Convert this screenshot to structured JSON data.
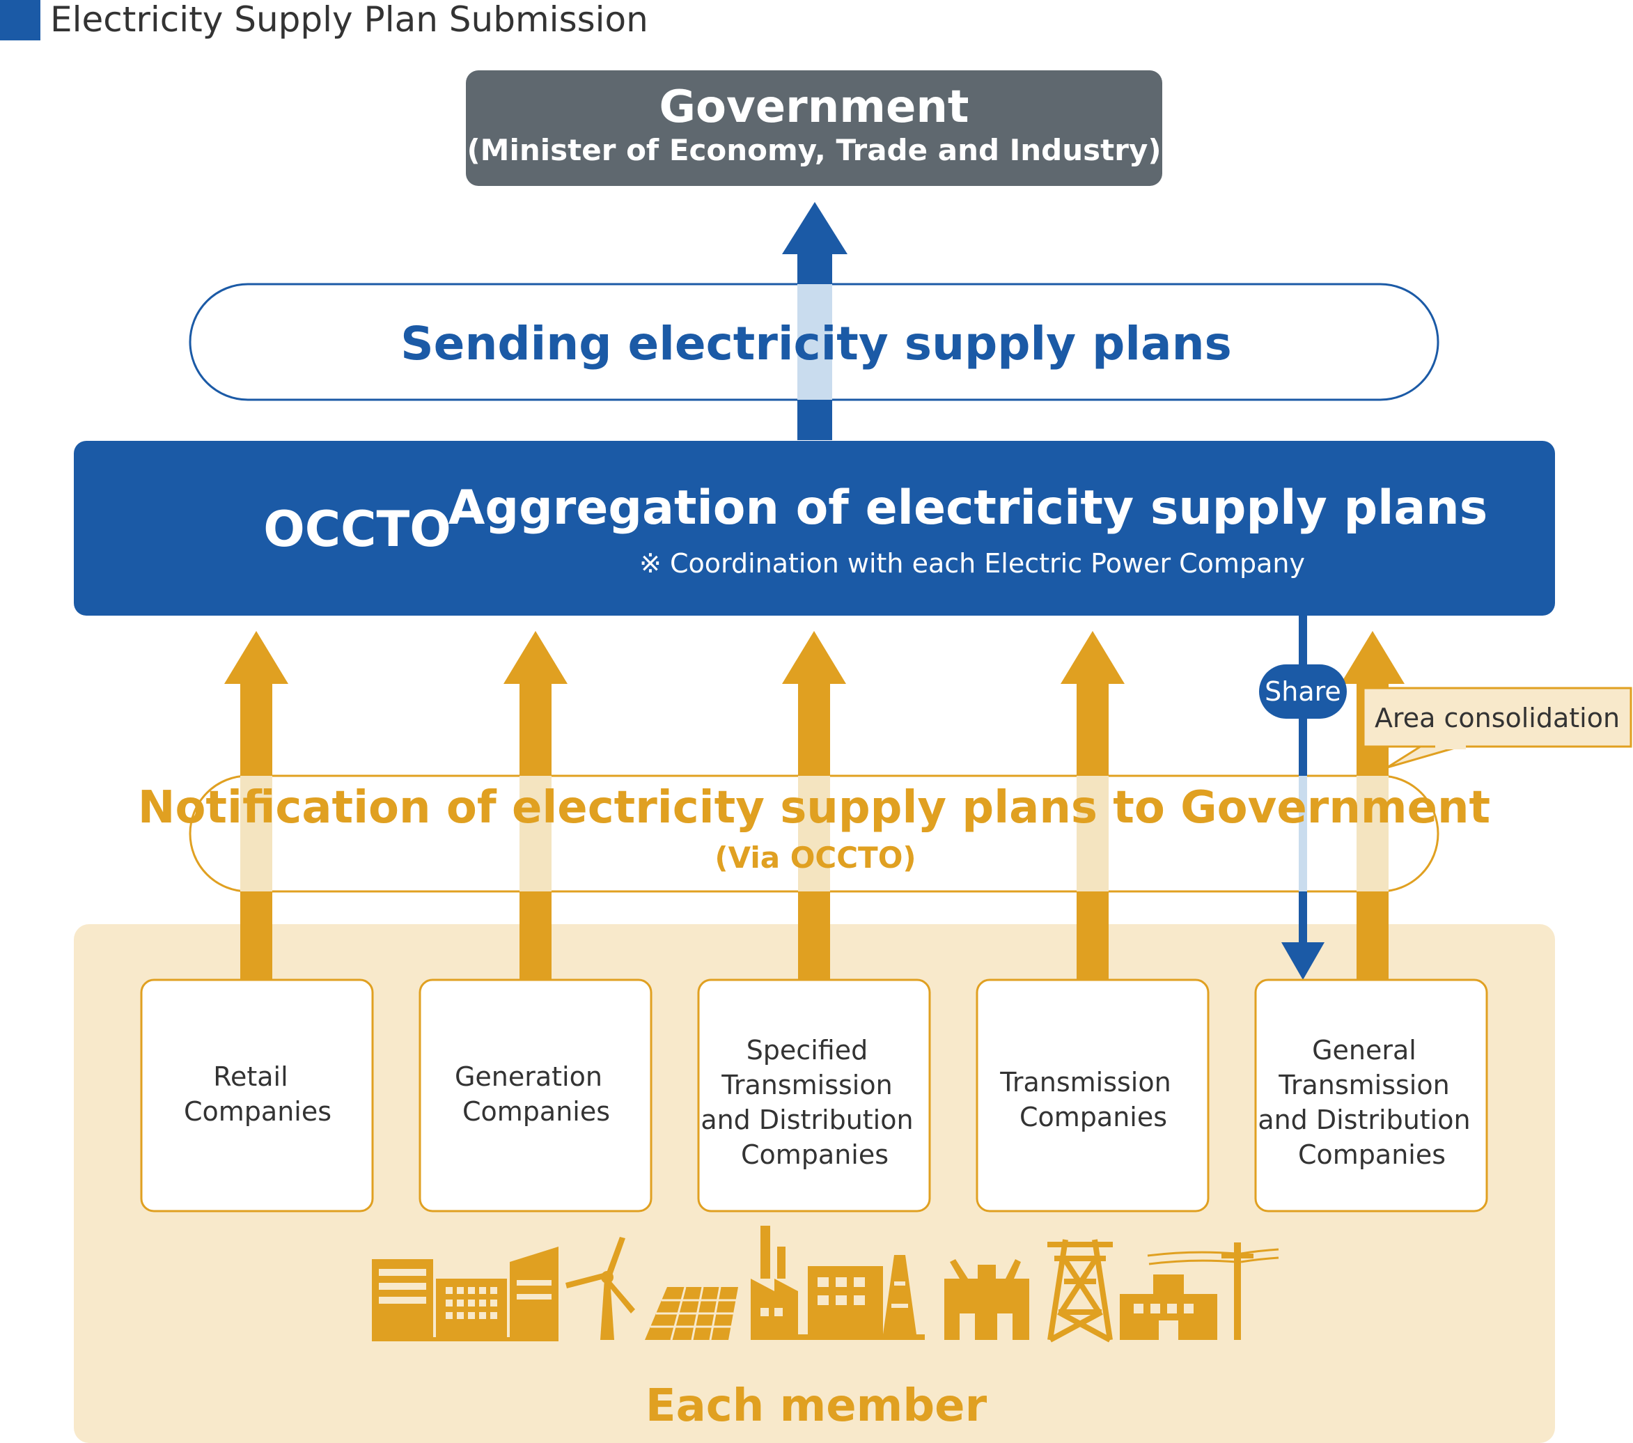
{
  "title": "Electricity Supply Plan Submission",
  "government": {
    "title": "Government",
    "subtitle": "(Minister of Economy, Trade and Industry)"
  },
  "sending_label": "Sending electricity supply plans",
  "occto": {
    "name": "OCCTO",
    "title": "Aggregation of electricity supply plans",
    "note": "※ Coordination with each Electric Power Company"
  },
  "share_label": "Share",
  "area_consolidation_label": "Area consolidation",
  "notification": {
    "title": "Notification of electricity supply plans to Government",
    "subtitle": "(Via OCCTO)"
  },
  "companies": [
    {
      "lines": [
        "Retail",
        "Companies"
      ]
    },
    {
      "lines": [
        "Generation",
        "Companies"
      ]
    },
    {
      "lines": [
        "Specified",
        "Transmission",
        "and Distribution",
        "Companies"
      ]
    },
    {
      "lines": [
        "Transmission",
        "Companies"
      ]
    },
    {
      "lines": [
        "General",
        "Transmission",
        "and Distribution",
        "Companies"
      ]
    }
  ],
  "members_label": "Each member",
  "icons": [
    "office-buildings-icon",
    "wind-turbine-icon",
    "solar-panel-icon",
    "factory-icon",
    "power-plant-icon",
    "transmission-tower-icon",
    "substation-building-icon",
    "utility-pole-icon"
  ],
  "colors": {
    "blue": "#1b5aa6",
    "gray": "#5f686f",
    "orange": "#e0a021",
    "cream": "#f8e9cb",
    "light_blue": "#c9dcee",
    "light_orange": "#f4e4c0",
    "text_dark": "#333333"
  }
}
